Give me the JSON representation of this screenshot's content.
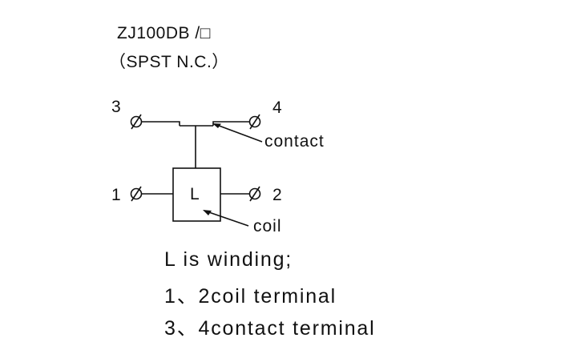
{
  "header": {
    "model": "ZJ100DB /□",
    "type": "（SPST N.C.）"
  },
  "diagram": {
    "terminals": {
      "t1": "1",
      "t2": "2",
      "t3": "3",
      "t4": "4"
    },
    "coil_label": "L",
    "callouts": {
      "contact": "contact",
      "coil": "coil"
    }
  },
  "notes": [
    "L is winding;",
    "1、2coil terminal",
    "3、4contact terminal"
  ]
}
